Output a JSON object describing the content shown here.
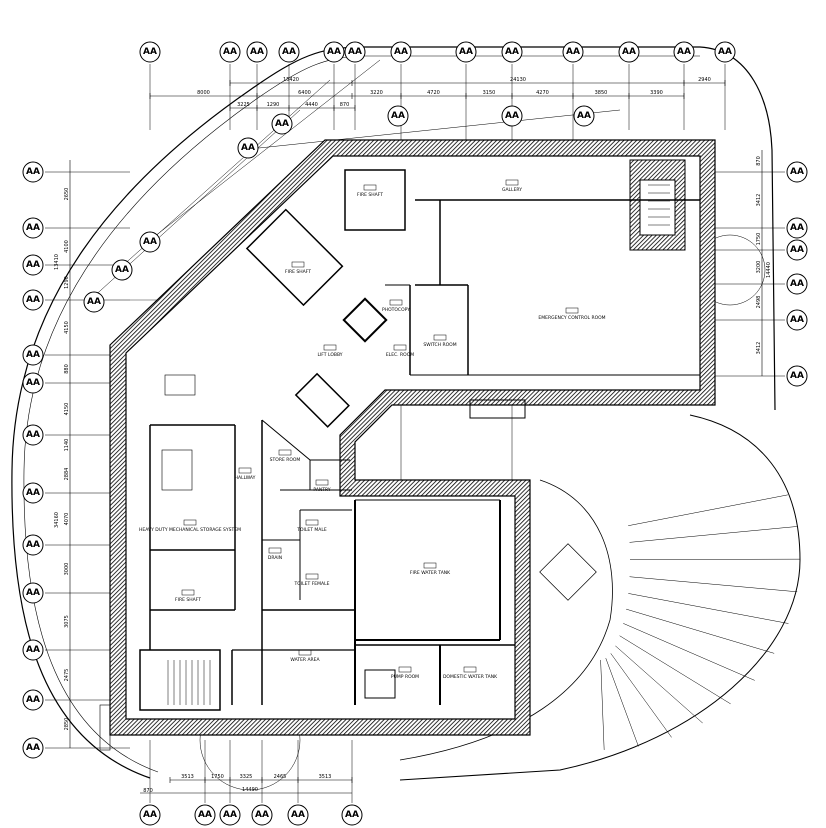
{
  "drawing": {
    "grid_bubble_label": "AA",
    "colors": {
      "line": "#000000",
      "hatch": "#000000",
      "background": "#ffffff"
    },
    "top_dimensions": {
      "row1": [
        "15420",
        "24130",
        "2940"
      ],
      "row2": [
        "8000",
        "6400",
        "3220",
        "4720",
        "3150",
        "4270",
        "3850",
        "3390"
      ],
      "row3": [
        "3225",
        "1290",
        "4440",
        "870"
      ]
    },
    "left_dimensions": [
      "2650",
      "4100",
      "1290",
      "4150",
      "880",
      "4150",
      "1140",
      "2884",
      "4070",
      "3000",
      "3075",
      "2475",
      "2850"
    ],
    "left_totals": [
      "13410",
      "34160"
    ],
    "right_dimensions": [
      "870",
      "3412",
      "1750",
      "3200",
      "2498",
      "3412"
    ],
    "right_total": "14440",
    "bottom_dimensions": [
      "3513",
      "1750",
      "3325",
      "2465",
      "3513"
    ],
    "bottom_small": "870",
    "bottom_total": "14490",
    "rooms": [
      {
        "id": "fire-shaft-1",
        "name": "FIRE SHAFT"
      },
      {
        "id": "fire-shaft-2",
        "name": "FIRE SHAFT"
      },
      {
        "id": "gallery",
        "name": "GALLERY"
      },
      {
        "id": "emergency-control-room",
        "name": "EMERGENCY CONTROL ROOM"
      },
      {
        "id": "switch-room",
        "name": "SWITCH ROOM"
      },
      {
        "id": "photocopy",
        "name": "PHOTOCOPY"
      },
      {
        "id": "elec-room",
        "name": "ELEC. ROOM"
      },
      {
        "id": "lift-lobby",
        "name": "LIFT LOBBY"
      },
      {
        "id": "store-room",
        "name": "STORE ROOM"
      },
      {
        "id": "pantry",
        "name": "PANTRY"
      },
      {
        "id": "hallway",
        "name": "HALLWAY"
      },
      {
        "id": "storage",
        "name": "HEAVY DUTY MECHANICAL STORAGE SYSTEM"
      },
      {
        "id": "toilet-male",
        "name": "TOILET MALE"
      },
      {
        "id": "toilet-female",
        "name": "TOILET FEMALE"
      },
      {
        "id": "drain",
        "name": "DRAIN"
      },
      {
        "id": "fire-shaft-3",
        "name": "FIRE SHAFT"
      },
      {
        "id": "fire-water-tank",
        "name": "FIRE WATER TANK"
      },
      {
        "id": "water-area",
        "name": "WATER AREA"
      },
      {
        "id": "pump-room",
        "name": "PUMP ROOM"
      },
      {
        "id": "domestic-water-tank",
        "name": "DOMESTIC WATER TANK"
      }
    ]
  }
}
